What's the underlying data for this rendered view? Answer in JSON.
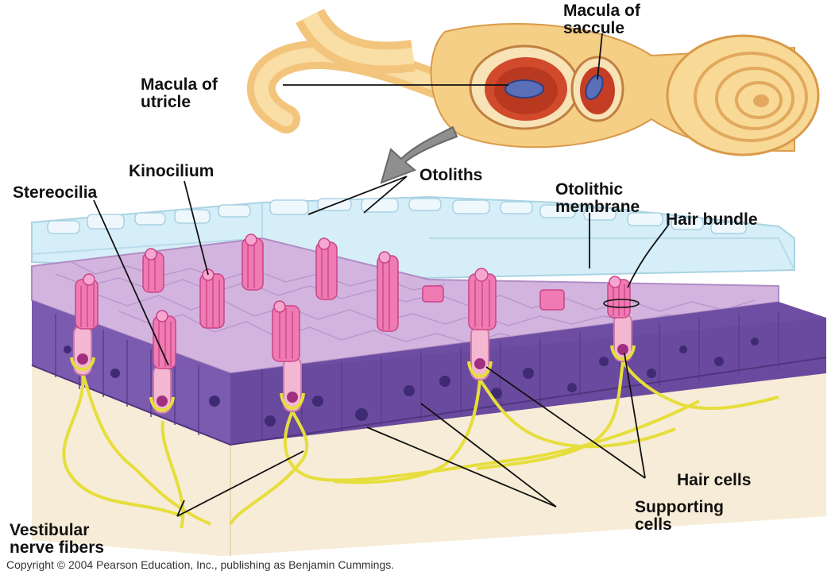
{
  "labels": {
    "macula_saccule": [
      "Macula of",
      "saccule"
    ],
    "macula_utricle": [
      "Macula of",
      "utricle"
    ],
    "kinocilium": "Kinocilium",
    "otoliths": "Otoliths",
    "stereocilia": "Stereocilia",
    "otolithic_membrane": [
      "Otolithic",
      "membrane"
    ],
    "hair_bundle": "Hair bundle",
    "hair_cells": "Hair cells",
    "supporting_cells": [
      "Supporting",
      "cells"
    ],
    "vestibular_nerve_fibers": [
      "Vestibular",
      "nerve fibers"
    ]
  },
  "copyright": "Copyright © 2004 Pearson Education, Inc., publishing as Benjamin Cummings.",
  "colors": {
    "membrane": "#cfe9f3",
    "epithelium": "#6f4fa3",
    "cell_top": "#c9a8d8",
    "hair_cell": "#f2a9c9",
    "hair_bundle": "#e8559a",
    "nerve": "#e6e04a",
    "base": "#f7ecd7",
    "labyrinth": "#f6cf86"
  }
}
